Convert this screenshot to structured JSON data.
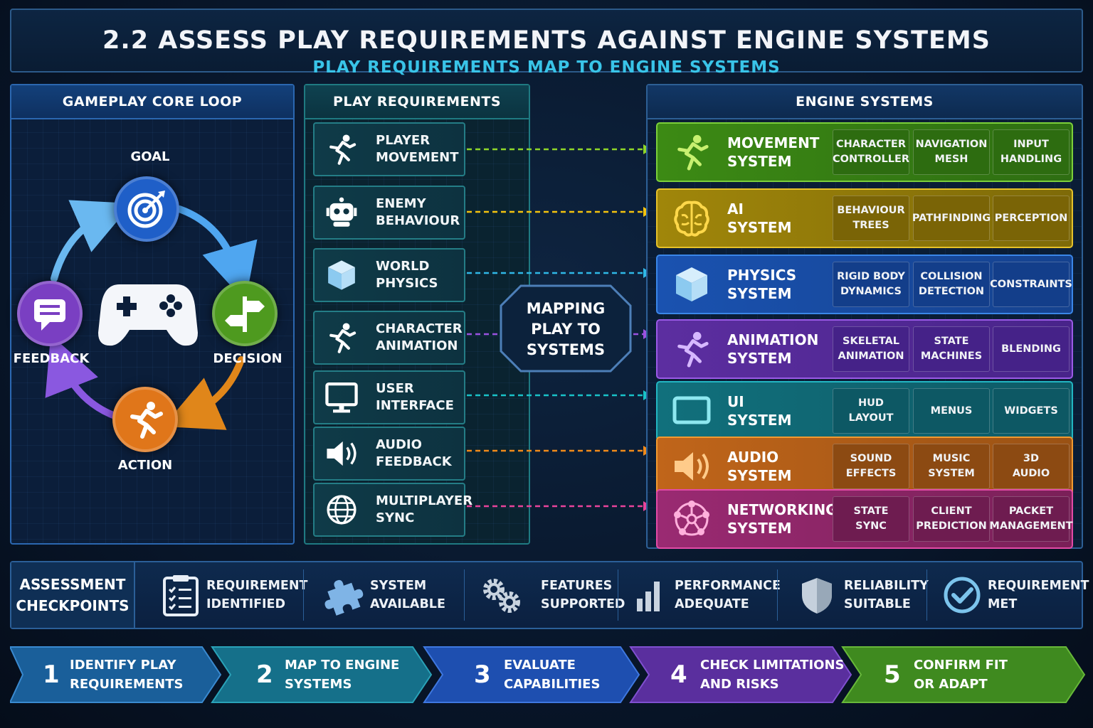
{
  "header": {
    "title": "2.2 ASSESS PLAY REQUIREMENTS AGAINST ENGINE SYSTEMS",
    "subtitle": "PLAY REQUIREMENTS MAP TO ENGINE SYSTEMS"
  },
  "core_loop": {
    "title": "GAMEPLAY CORE LOOP",
    "nodes": {
      "goal": {
        "label": "GOAL",
        "icon": "target-icon",
        "color": "#1f5fc8"
      },
      "decision": {
        "label": "DECISION",
        "icon": "signpost-icon",
        "color": "#4e9a1f"
      },
      "action": {
        "label": "ACTION",
        "icon": "running-person-icon",
        "color": "#e0761a"
      },
      "feedback": {
        "label": "FEEDBACK",
        "icon": "chat-bubble-icon",
        "color": "#7a3fc2"
      }
    },
    "center_icon": "gamepad-icon"
  },
  "requirements": {
    "title": "PLAY REQUIREMENTS",
    "items": [
      {
        "label": "PLAYER\nMOVEMENT",
        "icon": "running-person-icon"
      },
      {
        "label": "ENEMY\nBEHAVIOUR",
        "icon": "robot-icon"
      },
      {
        "label": "WORLD\nPHYSICS",
        "icon": "cube-icon"
      },
      {
        "label": "CHARACTER\nANIMATION",
        "icon": "running-person-icon"
      },
      {
        "label": "USER\nINTERFACE",
        "icon": "monitor-icon"
      },
      {
        "label": "AUDIO\nFEEDBACK",
        "icon": "speaker-icon"
      },
      {
        "label": "MULTIPLAYER\nSYNC",
        "icon": "globe-icon"
      }
    ]
  },
  "mapping_label": "MAPPING\nPLAY TO\nSYSTEMS",
  "engine": {
    "title": "ENGINE SYSTEMS",
    "systems": [
      {
        "name": "MOVEMENT\nSYSTEM",
        "icon": "running-person-icon",
        "color": "#4f9a1f",
        "features": [
          "CHARACTER\nCONTROLLER",
          "NAVIGATION\nMESH",
          "INPUT\nHANDLING"
        ]
      },
      {
        "name": "AI\nSYSTEM",
        "icon": "brain-icon",
        "color": "#b99a0c",
        "features": [
          "BEHAVIOUR\nTREES",
          "PATHFINDING",
          "PERCEPTION"
        ]
      },
      {
        "name": "PHYSICS\nSYSTEM",
        "icon": "cube-icon",
        "color": "#1f5bb8",
        "features": [
          "RIGID BODY\nDYNAMICS",
          "COLLISION\nDETECTION",
          "CONSTRAINTS"
        ]
      },
      {
        "name": "ANIMATION\nSYSTEM",
        "icon": "running-person-icon",
        "color": "#6a36b0",
        "features": [
          "SKELETAL\nANIMATION",
          "STATE\nMACHINES",
          "BLENDING"
        ]
      },
      {
        "name": "UI\nSYSTEM",
        "icon": "monitor-icon",
        "color": "#137a86",
        "features": [
          "HUD\nLAYOUT",
          "MENUS",
          "WIDGETS"
        ]
      },
      {
        "name": "AUDIO\nSYSTEM",
        "icon": "speaker-icon",
        "color": "#d8741a",
        "features": [
          "SOUND\nEFFECTS",
          "MUSIC\nSYSTEM",
          "3D\nAUDIO"
        ]
      },
      {
        "name": "NETWORKING\nSYSTEM",
        "icon": "network-icon",
        "color": "#b0307e",
        "features": [
          "STATE\nSYNC",
          "CLIENT\nPREDICTION",
          "PACKET\nMANAGEMENT"
        ]
      }
    ]
  },
  "connector_colors": [
    "#8fd628",
    "#f2c20e",
    "#2fb8e6",
    "#9a52e0",
    "#19c2c8",
    "#f08a1a",
    "#e8439a"
  ],
  "checkpoints": {
    "title": "ASSESSMENT\nCHECKPOINTS",
    "items": [
      {
        "label": "REQUIREMENT\nIDENTIFIED",
        "icon": "clipboard-checklist-icon"
      },
      {
        "label": "SYSTEM\nAVAILABLE",
        "icon": "puzzle-piece-icon"
      },
      {
        "label": "FEATURES\nSUPPORTED",
        "icon": "gears-icon"
      },
      {
        "label": "PERFORMANCE\nADEQUATE",
        "icon": "bar-chart-icon"
      },
      {
        "label": "RELIABILITY\nSUITABLE",
        "icon": "shield-icon"
      },
      {
        "label": "REQUIREMENT\nMET",
        "icon": "check-circle-icon"
      }
    ]
  },
  "steps": [
    {
      "num": "1",
      "label": "IDENTIFY PLAY\nREQUIREMENTS",
      "color": "#1a5f9a"
    },
    {
      "num": "2",
      "label": "MAP TO ENGINE\nSYSTEMS",
      "color": "#15708a"
    },
    {
      "num": "3",
      "label": "EVALUATE\nCAPABILITIES",
      "color": "#1e4fb0"
    },
    {
      "num": "4",
      "label": "CHECK LIMITATIONS\nAND RISKS",
      "color": "#5a2f9e"
    },
    {
      "num": "5",
      "label": "CONFIRM FIT\nOR ADAPT",
      "color": "#3f8a1f"
    }
  ]
}
